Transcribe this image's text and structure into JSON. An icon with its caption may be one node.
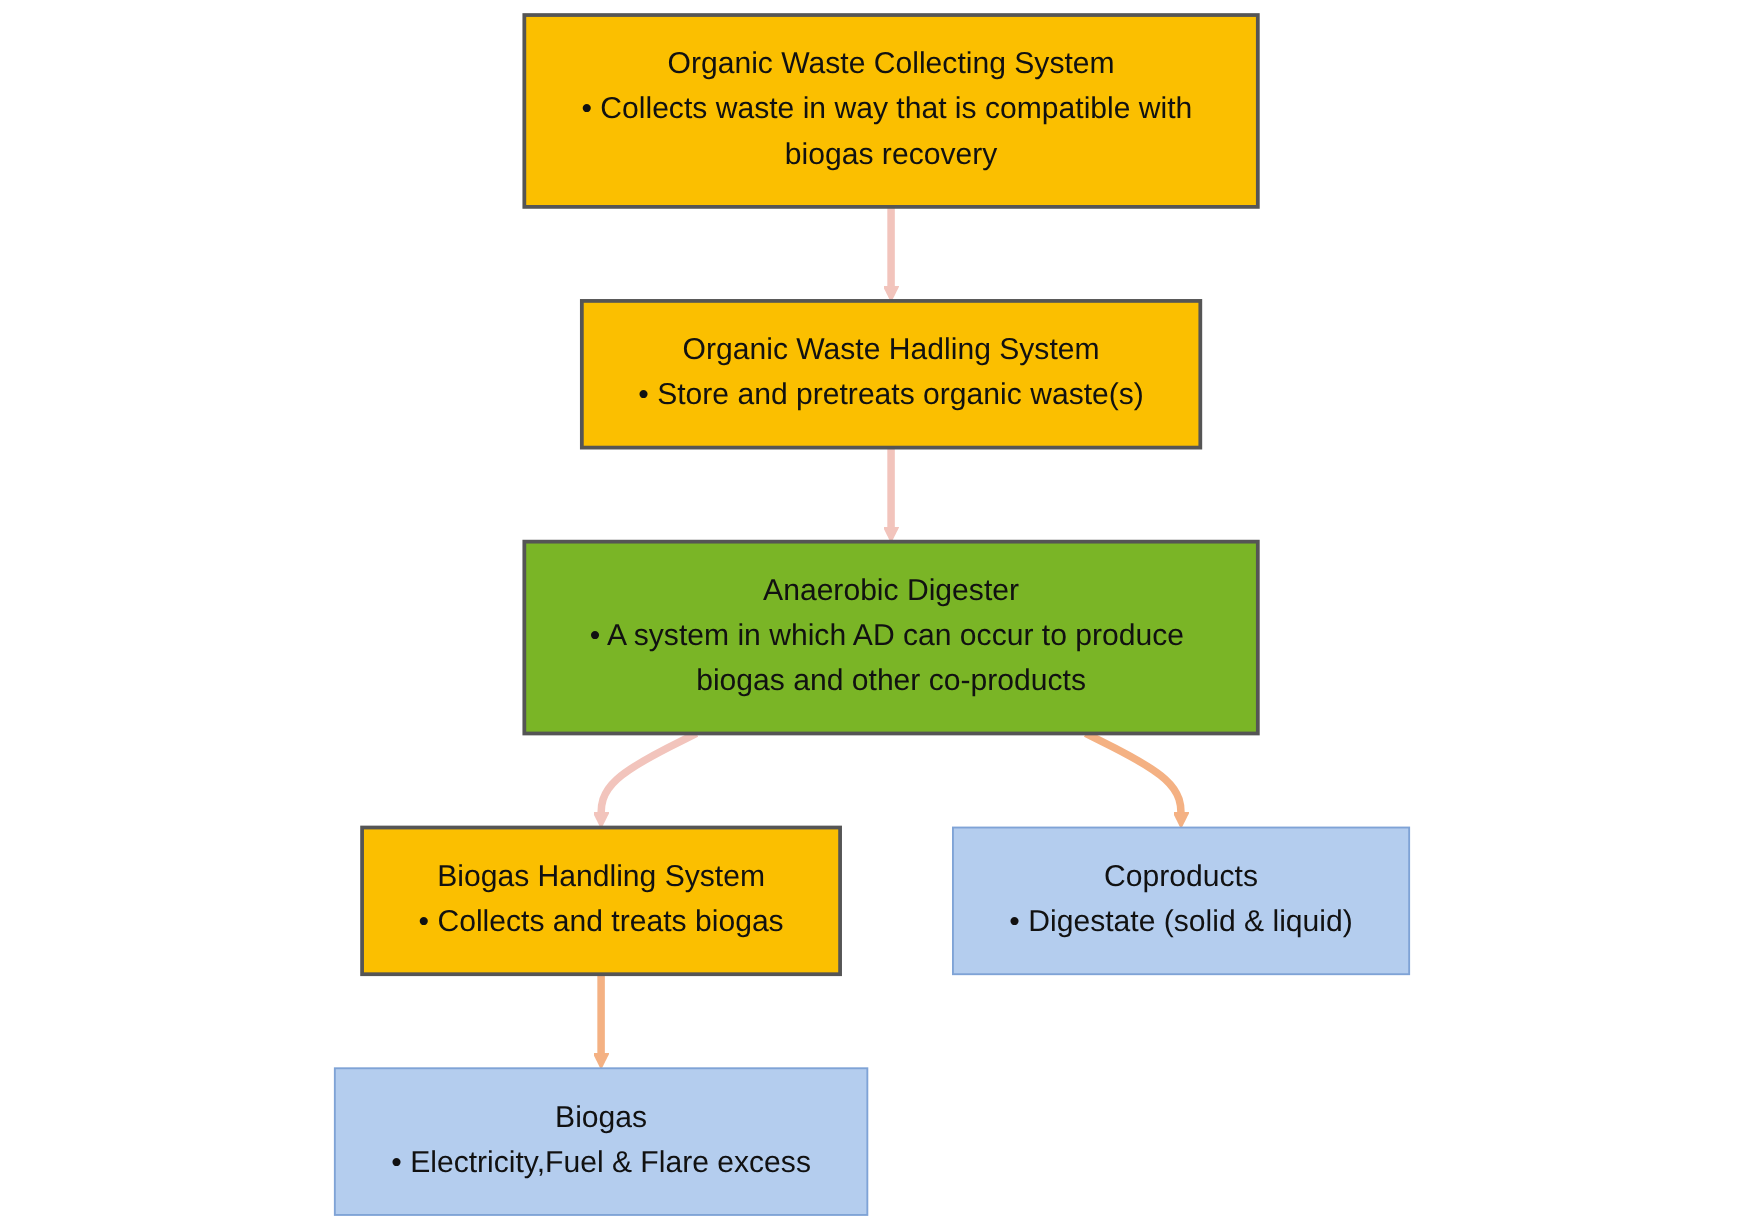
{
  "diagram": {
    "nodes": [
      {
        "text": [
          "Organic Waste Collecting System",
          "• Collects waste in way that is compatible with biogas recovery"
        ]
      },
      {
        "text": [
          "Organic Waste Hadling System",
          "• Store and pretreats organic waste(s)"
        ]
      },
      {
        "text": [
          "Anaerobic Digester",
          "• A system in which AD can occur to produce biogas and other co-products"
        ]
      },
      {
        "text": [
          "Biogas Handling System",
          "• Collects and treats biogas"
        ]
      },
      {
        "text": [
          "Coproducts",
          "• Digestate (solid & liquid)"
        ]
      },
      {
        "text": [
          "Biogas",
          "• Electricity,Fuel & Flare excess"
        ]
      }
    ],
    "edges": [
      {
        "from": 0,
        "to": 1,
        "arrow": "to"
      },
      {
        "from": 1,
        "to": 2,
        "arrow": "to"
      },
      {
        "from": 2,
        "to": 3,
        "arrow": "to"
      },
      {
        "from": 2,
        "to": 4,
        "arrow": "to",
        "color": "#f4b183"
      },
      {
        "from": 3,
        "to": 5,
        "arrow": "to",
        "color": "#f4b183"
      }
    ]
  }
}
